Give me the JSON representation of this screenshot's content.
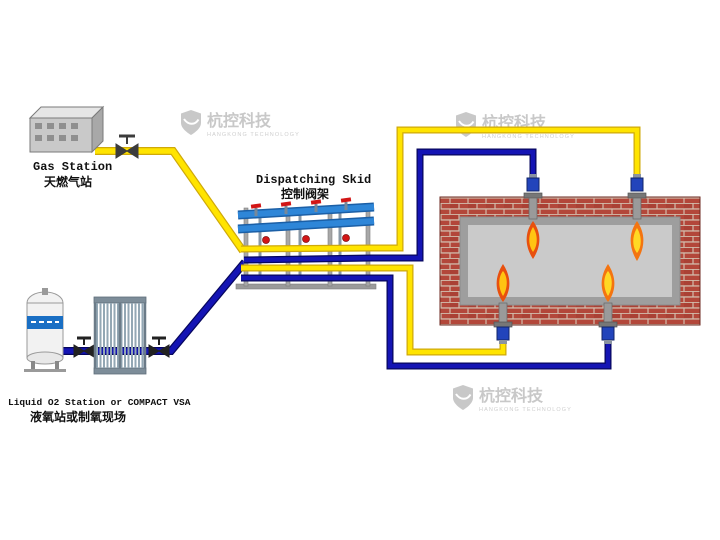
{
  "labels": {
    "gas_station_en": "Gas Station",
    "gas_station_zh": "天燃气站",
    "skid_en": "Dispatching Skid",
    "skid_zh": "控制阀架",
    "o2_station_en": "Liquid O2 Station or COMPACT VSA",
    "o2_station_zh": "液氧站或制氧现场"
  },
  "watermark": {
    "name": "杭控科技",
    "subtitle": "HANGKONG TECHNOLOGY"
  },
  "colors": {
    "gas_pipe_yellow": "#ffe400",
    "oxygen_pipe_blue": "#1414b4",
    "skid_pipe_blue": "#2e86d8",
    "valve_handle_red": "#d21616",
    "brick_red": "#b3473a",
    "furnace_interior_gray": "#cacaca",
    "flame_outer_orange": "#e8500e",
    "flame_core_yellow": "#ffc412"
  },
  "icons": {
    "valve": "bowtie-valve-with-t-handle",
    "watermark_logo": "shield-with-swoosh"
  }
}
